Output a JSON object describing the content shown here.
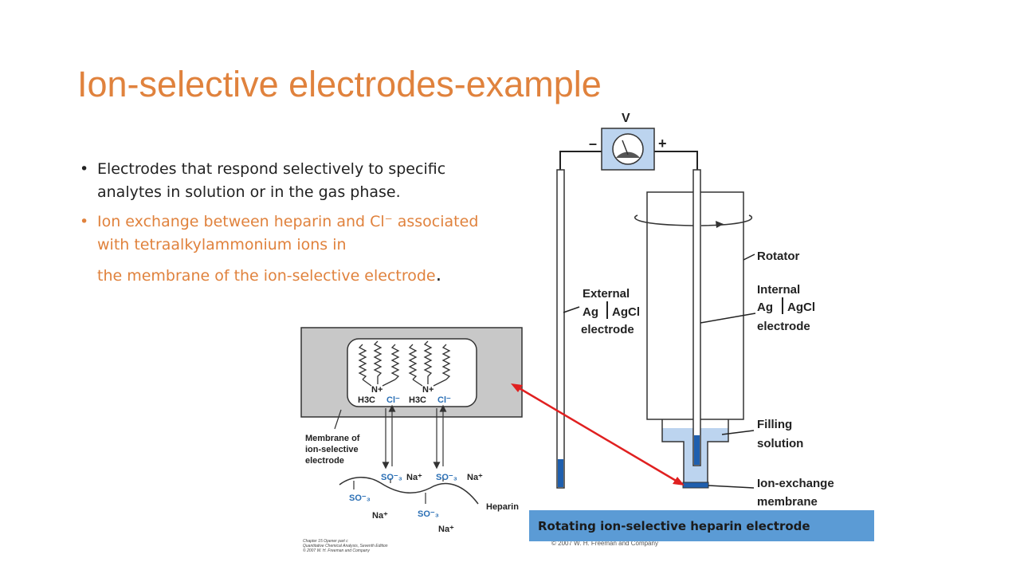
{
  "slide": {
    "title": "Ion-selective electrodes-example",
    "bullets": [
      {
        "marker": "•",
        "text": "Electrodes that respond selectively to specific analytes in solution or in the gas phase."
      },
      {
        "marker": "•",
        "text": "Ion exchange between heparin and Cl⁻ associated with tetraalkylammonium ions in",
        "text_last": "the membrane of the ion-selective electrode",
        "text_end": "."
      }
    ],
    "caption": "Rotating ion-selective heparin electrode"
  },
  "diagram": {
    "voltmeter": {
      "label": "V",
      "minus": "–",
      "plus": "+"
    },
    "labels": {
      "rotator": "Rotator",
      "internal_1": "Internal",
      "internal_2": "Ag",
      "internal_3": "AgCl",
      "internal_4": "electrode",
      "external_1": "External",
      "external_2": "Ag",
      "external_3": "AgCl",
      "external_4": "electrode",
      "filling_1": "Filling",
      "filling_2": "solution",
      "ionex_1": "Ion-exchange",
      "ionex_2": "membrane"
    },
    "inset": {
      "n_plus": "N+",
      "h3c": "H3C",
      "cl": "Cl⁻",
      "membrane_1": "Membrane of",
      "membrane_2": "ion-selective",
      "membrane_3": "electrode",
      "so3": "SO⁻₃",
      "na": "Na⁺",
      "heparin": "Heparin",
      "footnote_1": "Chapter 15 Opener part c",
      "footnote_2": "Quantitative Chemical Analysis, Seventh Edition",
      "footnote_3": "© 2007 W. H. Freeman and Company"
    },
    "copyright": "© 2007 W. H. Freeman and Company"
  },
  "colors": {
    "title": "#e0823d",
    "caption_bg": "#5b9bd5",
    "membrane_gray": "#c8c8c8",
    "solution_blue": "#bcd4ef",
    "electrode_blue": "#1f5fae",
    "arrow_red": "#e02020"
  }
}
